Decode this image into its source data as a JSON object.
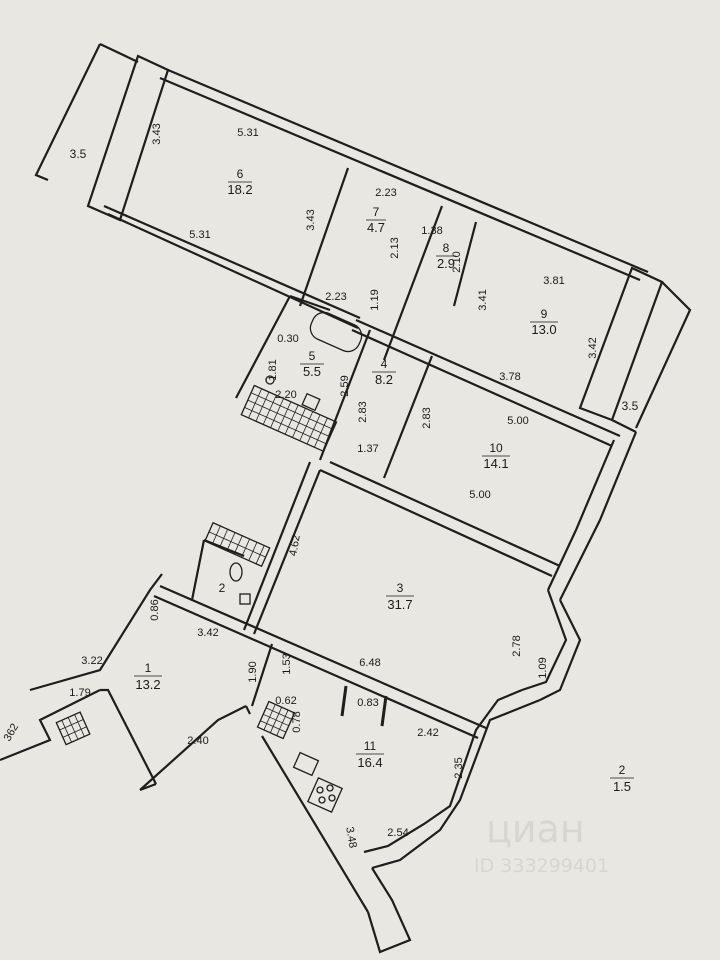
{
  "rooms": [
    {
      "number": "6",
      "area": "18.2"
    },
    {
      "number": "7",
      "area": "4.7"
    },
    {
      "number": "8",
      "area": "2.9"
    },
    {
      "number": "9",
      "area": "13.0"
    },
    {
      "number": "5",
      "area": "5.5"
    },
    {
      "number": "4",
      "area": "8.2"
    },
    {
      "number": "10",
      "area": "14.1"
    },
    {
      "number": "3",
      "area": "31.7"
    },
    {
      "number": "1",
      "area": "13.2"
    },
    {
      "number": "11",
      "area": "16.4"
    },
    {
      "number": "2",
      "area": "1.5"
    }
  ],
  "wc_label": "2",
  "balcony_left": "3.5",
  "balcony_right": "3.5",
  "dimensions": [
    "3.43",
    "5.31",
    "3.43",
    "5.31",
    "2.23",
    "2.13",
    "1.38",
    "2.10",
    "3.81",
    "3.41",
    "2.23",
    "1.19",
    "3.42",
    "3.78",
    "0.30",
    "1.81",
    "2.59",
    "2.20",
    "2.83",
    "2.83",
    "5.00",
    "5.00",
    "1.37",
    "4.62",
    "0.86",
    "3.42",
    "3.22",
    "1.79",
    "1.90",
    "1.53",
    "6.48",
    "0.62",
    "0.78",
    "0.83",
    "2.42",
    "2.78",
    "1.09",
    "2.40",
    "2.35",
    "2.54",
    "3.48",
    "362"
  ],
  "watermark": {
    "brand": "циан",
    "id": "ID 333299401"
  },
  "colors": {
    "paper": "#e9e7e1",
    "ink": "#1e1e1e",
    "watermark": "#c8c8c8"
  }
}
